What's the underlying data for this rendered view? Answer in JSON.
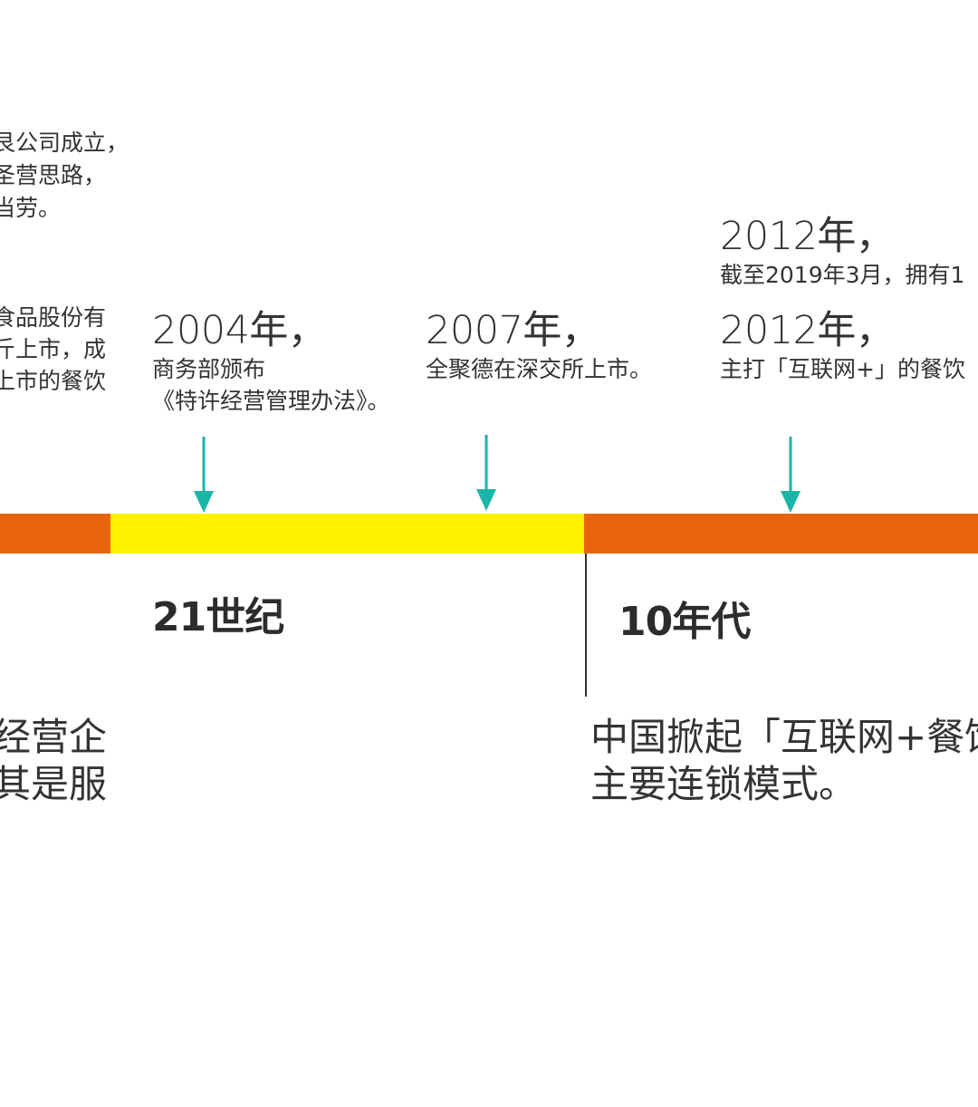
{
  "top_left_text": {
    "block1": [
      "艮公司成立，",
      "圣营思路，",
      "当劳。"
    ],
    "block2": [
      "食品股份有",
      "斤上市，成",
      "上市的餐饮"
    ]
  },
  "events": [
    {
      "year": "2004年，",
      "lines": [
        "商务部颁布",
        "《特许经营管理办法》。"
      ]
    },
    {
      "year": "2007年，",
      "lines": [
        "全聚德在深交所上市。"
      ]
    },
    {
      "year": "2012年，",
      "lines": [
        "主打「互联网+」的餐饮"
      ]
    },
    {
      "year": "2012年，",
      "lines": [
        "截至2019年3月，拥有1"
      ]
    }
  ],
  "eras": {
    "left": "21世纪",
    "right": "10年代"
  },
  "bottom": {
    "left": [
      "经营企",
      "其是服"
    ],
    "right": [
      "中国掀起「互联网+餐饮",
      "主要连锁模式。"
    ]
  },
  "colors": {
    "orange": "#E8650E",
    "yellow": "#FFF000",
    "arrow_teal": "#1BB5A8",
    "text": "#333333"
  }
}
